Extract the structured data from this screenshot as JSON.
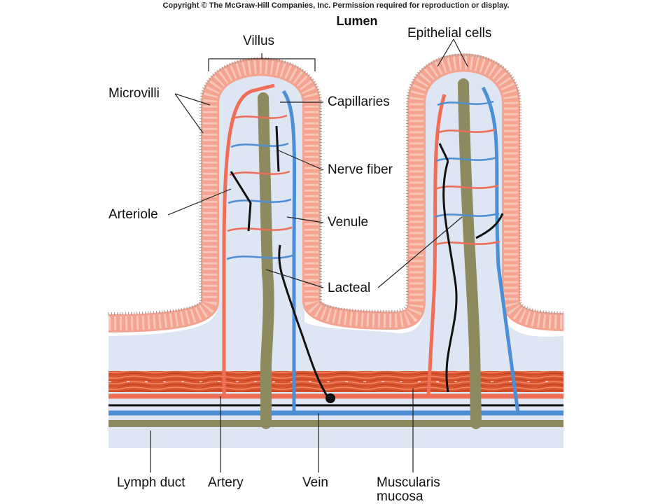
{
  "header": {
    "copyright": "Copyright © The McGraw-Hill Companies, Inc. Permission required for reproduction or display.",
    "title": "Lumen"
  },
  "labels": {
    "villus": "Villus",
    "epithelial_cells": "Epithelial cells",
    "microvilli": "Microvilli",
    "capillaries": "Capillaries",
    "nerve_fiber": "Nerve fiber",
    "arteriole": "Arteriole",
    "venule": "Venule",
    "lacteal": "Lacteal",
    "lymph_duct": "Lymph duct",
    "artery": "Artery",
    "vein": "Vein",
    "muscularis_line1": "Muscularis",
    "muscularis_line2": "mucosa"
  },
  "colors": {
    "epithelium": "#f3a38f",
    "epithelium_light": "#f9c7b7",
    "connective": "#dfe6f3",
    "artery": "#ee6e57",
    "vein": "#4d8fd6",
    "lacteal": "#8c8a5e",
    "nerve": "#111111",
    "muscle": "#d8552f"
  }
}
